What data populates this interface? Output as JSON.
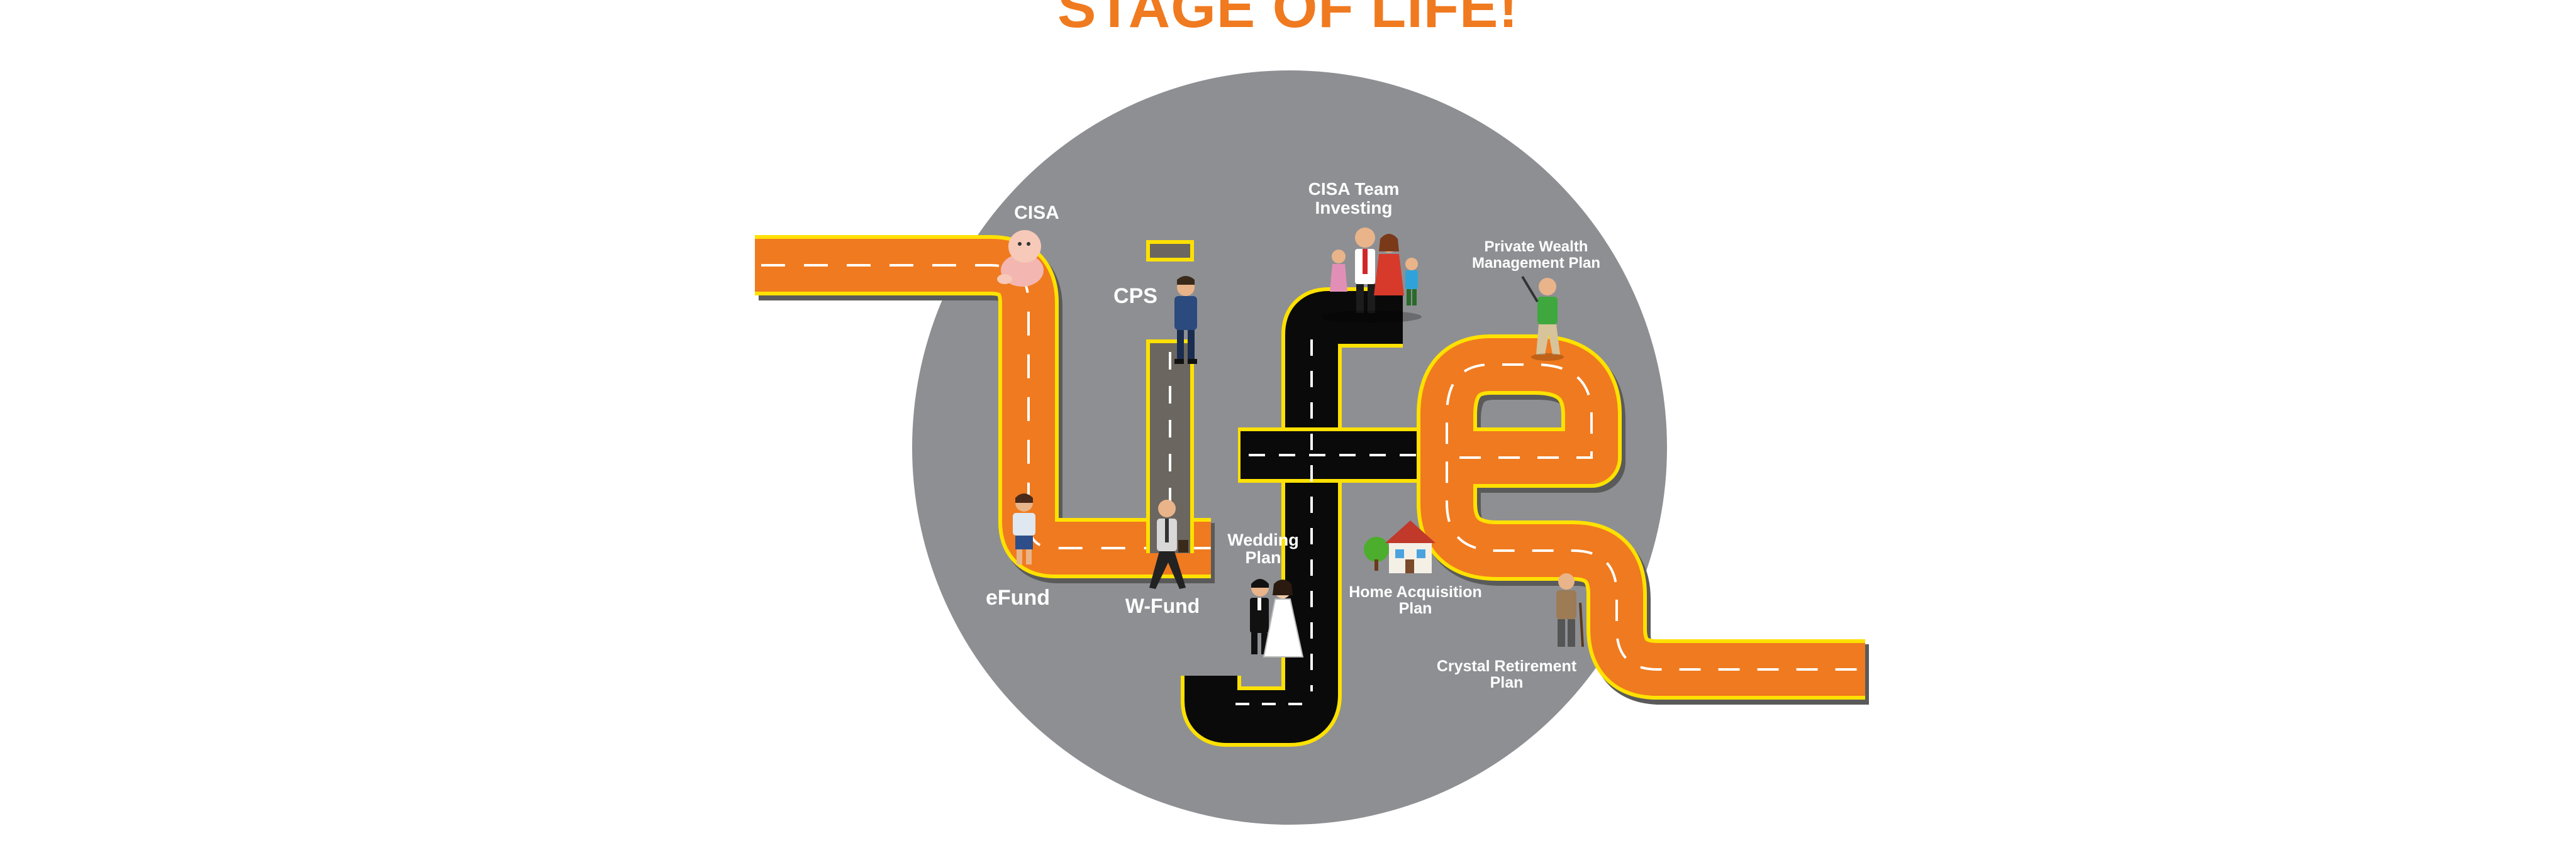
{
  "title": "STAGE OF LIFE!",
  "colors": {
    "circle": "#8e8f93",
    "road_orange": "#f07a1f",
    "road_black": "#0a0a0a",
    "road_gray": "#6b6660",
    "road_edge": "#ffe100",
    "lane_mark": "#ffffff",
    "title": "#f07a1f"
  },
  "milestones": [
    {
      "id": "cisa",
      "lines": [
        "CISA"
      ],
      "icon": "baby-icon"
    },
    {
      "id": "cps",
      "lines": [
        "CPS"
      ],
      "icon": "schoolboy-icon"
    },
    {
      "id": "cisa-team",
      "lines": [
        "CISA Team",
        "Investing"
      ],
      "icon": "family-icon"
    },
    {
      "id": "private-wealth",
      "lines": [
        "Private Wealth",
        "Management Plan"
      ],
      "icon": "golfer-icon"
    },
    {
      "id": "efund",
      "lines": [
        "eFund"
      ],
      "icon": "child-icon"
    },
    {
      "id": "wfund",
      "lines": [
        "W-Fund"
      ],
      "icon": "businessman-icon"
    },
    {
      "id": "wedding",
      "lines": [
        "Wedding",
        "Plan"
      ],
      "icon": "bride-groom-icon"
    },
    {
      "id": "home",
      "lines": [
        "Home Acquisition",
        "Plan"
      ],
      "icon": "house-icon"
    },
    {
      "id": "retirement",
      "lines": [
        "Crystal Retirement",
        "Plan"
      ],
      "icon": "elderly-man-icon"
    }
  ]
}
